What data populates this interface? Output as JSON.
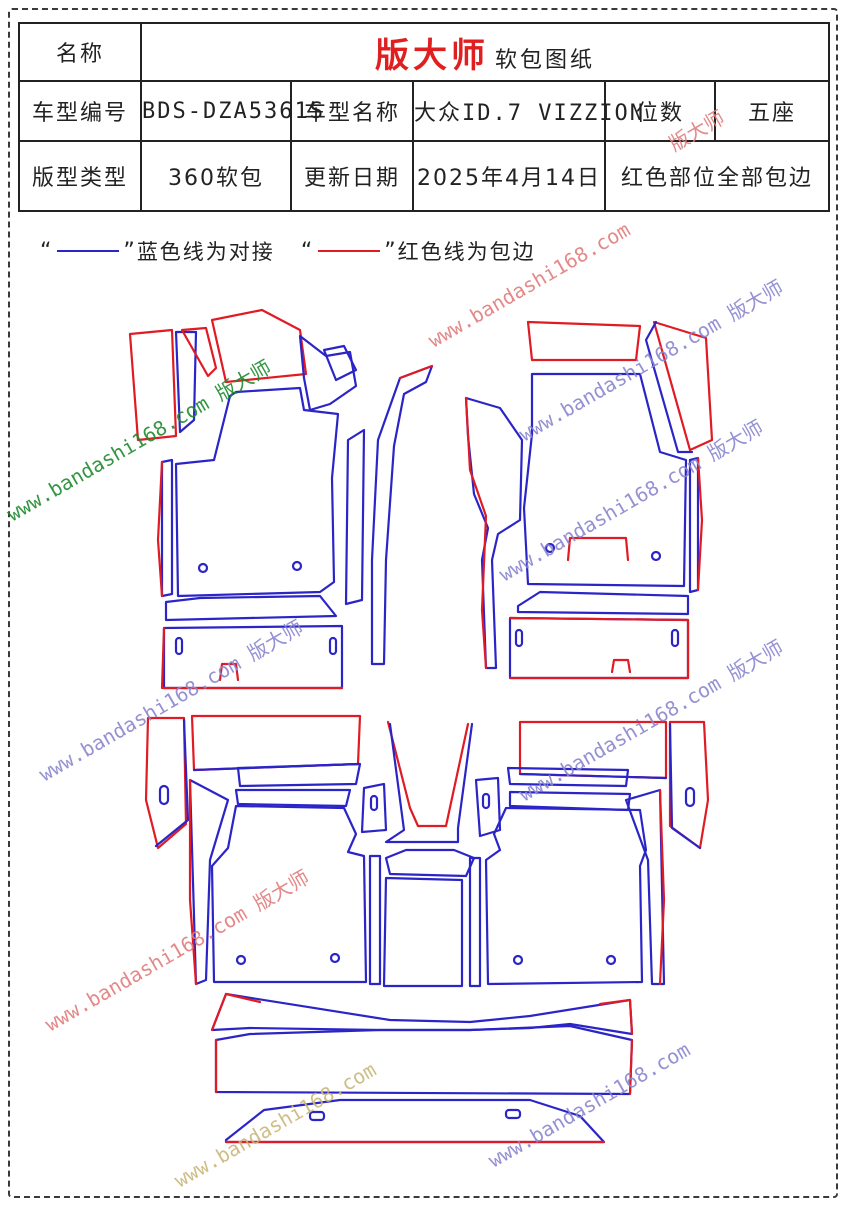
{
  "header": {
    "name_label": "名称",
    "brand": "版大师",
    "drawing_title": "软包图纸",
    "model_code_label": "车型编号",
    "model_code": "BDS-DZA5361S",
    "model_name_label": "车型名称",
    "model_name": "大众ID.7 VIZZION",
    "seats_label": "位数",
    "seats": "五座",
    "type_label": "版型类型",
    "type": "360软包",
    "update_label": "更新日期",
    "update_date": "2025年4月14日",
    "note": "红色部位全部包边"
  },
  "legend": {
    "open_quote": "“",
    "close_quote": "”",
    "blue_text": "蓝色线为对接",
    "red_text": "红色线为包边"
  },
  "colors": {
    "blue_line": "#2b25c8",
    "red_line": "#e01b24",
    "watermark_green": "#1f8a2e",
    "watermark_blue": "#8a86cf",
    "watermark_red": "#e07d7d",
    "watermark_tan": "#c9b77a"
  },
  "watermarks": {
    "url_brand": "www.bandashi168.com 版大师",
    "url": "www.bandashi168.com",
    "brand": "版大师"
  }
}
